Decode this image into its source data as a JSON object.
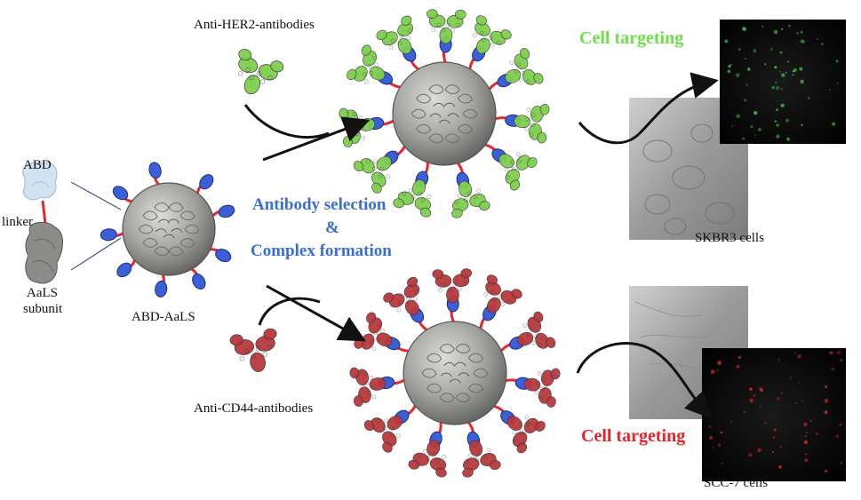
{
  "labels": {
    "abd": "ABD",
    "linker": "linker",
    "aals_line1": "AaLS",
    "aals_line2": "subunit",
    "abd_aals": "ABD-AaLS",
    "anti_her2": "Anti-HER2-antibodies",
    "anti_cd44": "Anti-CD44-antibodies",
    "antibody_selection": "Antibody selection",
    "ampersand": "&",
    "complex_formation": "Complex formation",
    "cell_targeting_top": "Cell targeting",
    "cell_targeting_bottom": "Cell targeting",
    "skbr3": "SKBR3 cells",
    "scc7": "SCC-7 cells"
  },
  "colors": {
    "cage": "#a3a3a0",
    "abd_domain": "#3b5fd6",
    "linker": "#e8262a",
    "her2_antibody": "#7fce4e",
    "cd44_antibody": "#b8393d",
    "selection_text": "#3a6fd0",
    "targeting_top": "#6ee04a",
    "targeting_bottom": "#e8232a"
  }
}
